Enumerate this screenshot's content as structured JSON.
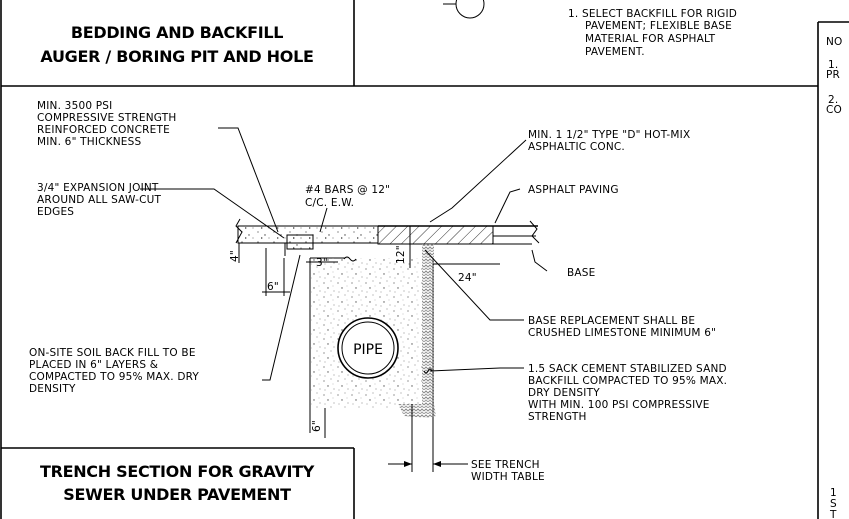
{
  "titles": {
    "top_line1": "BEDDING AND BACKFILL",
    "top_line2": "AUGER / BORING PIT AND HOLE",
    "bottom_line1": "TRENCH SECTION FOR GRAVITY",
    "bottom_line2": "SEWER UNDER PAVEMENT"
  },
  "top_note": {
    "line1": "1. SELECT BACKFILL FOR RIGID",
    "line2": "PAVEMENT; FLEXIBLE BASE",
    "line3": "MATERIAL FOR ASPHALT",
    "line4": "PAVEMENT."
  },
  "right_panel": {
    "header": "NO",
    "n1a": "1.",
    "n1b": "PR",
    "n2a": "2.",
    "n2b": "CO",
    "bottom_a": "1",
    "bottom_b": "S",
    "bottom_c": "T"
  },
  "callouts": {
    "concrete_1": "MIN. 3500 PSI",
    "concrete_2": "COMPRESSIVE STRENGTH",
    "concrete_3": "REINFORCED CONCRETE",
    "concrete_4": "MIN. 6\" THICKNESS",
    "joint_1": "3/4\" EXPANSION JOINT",
    "joint_2": "AROUND ALL SAW-CUT",
    "joint_3": "EDGES",
    "bars_1": "#4 BARS @ 12\"",
    "bars_2": "C/C. E.W.",
    "hotmix_1": "MIN. 1 1/2\" TYPE \"D\" HOT-MIX",
    "hotmix_2": "ASPHALTIC CONC.",
    "asphalt": "ASPHALT PAVING",
    "base": "BASE",
    "replacement_1": "BASE REPLACEMENT SHALL BE",
    "replacement_2": "CRUSHED LIMESTONE MINIMUM 6\"",
    "onsite_1": "ON-SITE SOIL BACK FILL TO BE",
    "onsite_2": "PLACED IN 6\" LAYERS &",
    "onsite_3": "COMPACTED TO 95% MAX. DRY",
    "onsite_4": "DENSITY",
    "sack_1": "1.5 SACK CEMENT STABILIZED  SAND",
    "sack_2": "BACKFILL COMPACTED TO 95% MAX.",
    "sack_3": "DRY DENSITY",
    "sack_4": "WITH MIN. 100 PSI COMPRESSIVE",
    "sack_5": "STRENGTH",
    "trench_1": "SEE TRENCH",
    "trench_2": "WIDTH TABLE",
    "pipe": "PIPE"
  },
  "dimensions": {
    "d3": "3\"",
    "d6": "6\"",
    "d4": "4\"",
    "d12": "12\"",
    "d24": "24\"",
    "d6_bottom": "6\""
  }
}
